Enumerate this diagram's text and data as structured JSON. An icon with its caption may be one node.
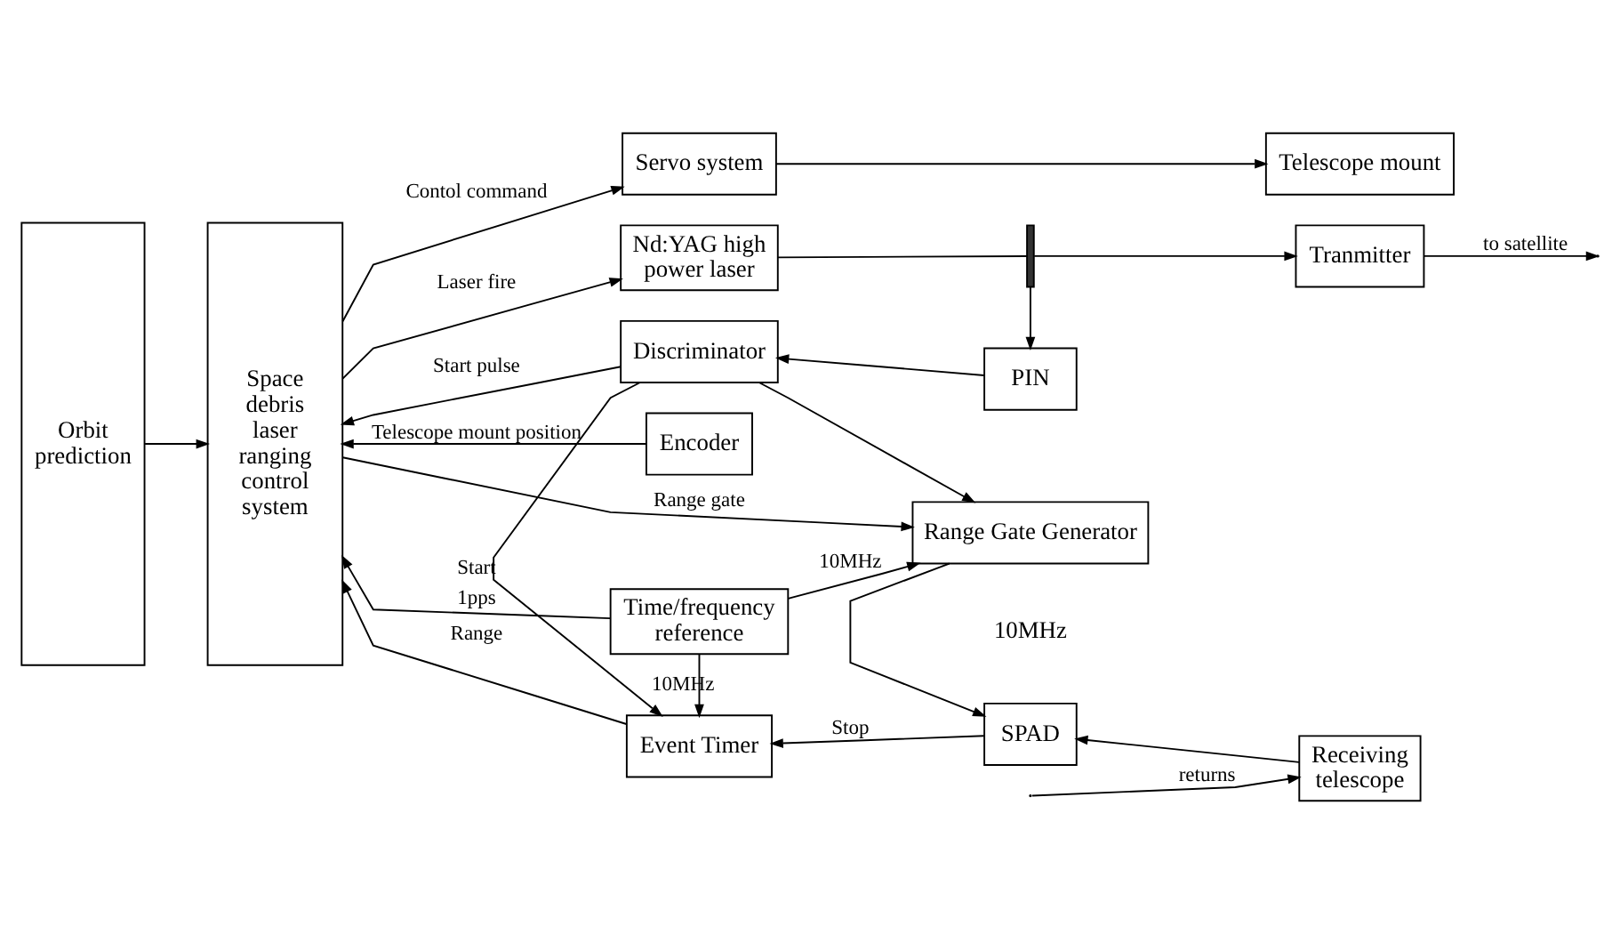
{
  "diagram": {
    "nodes": [
      {
        "text": [
          "Orbit prediction"
        ]
      },
      {
        "text": [
          "Space debris laser ranging control system"
        ]
      },
      {
        "text": [
          "Servo system"
        ]
      },
      {
        "text": [
          "Telescope mount"
        ]
      },
      {
        "text": [
          "Encoder"
        ]
      },
      {
        "text": [
          "Nd:YAG high power laser"
        ]
      },
      {
        "text": [],
        "shape": "bar"
      },
      {
        "text": [
          "Tranmitter"
        ]
      },
      {
        "text": [
          "Discriminator"
        ]
      },
      {
        "text": [
          "PIN"
        ]
      },
      {
        "text": [
          "Event Timer"
        ]
      },
      {
        "text": [
          "SPAD"
        ]
      },
      {
        "text": [
          "Receiving telescope"
        ]
      },
      {
        "text": [
          "Time/frequency reference"
        ]
      },
      {
        "text": [
          "Range Gate Generator"
        ]
      }
    ],
    "edges": [
      {
        "from": 0,
        "to": 1,
        "arrow": "to"
      },
      {
        "from": 1,
        "to": 2,
        "arrow": "to",
        "label": "Contol command"
      },
      {
        "from": 2,
        "to": 3,
        "arrow": "to"
      },
      {
        "from": 4,
        "to": 1,
        "arrow": "to",
        "label": "Telescope mount position"
      },
      {
        "from": 1,
        "to": 5,
        "arrow": "to",
        "label": "Laser fire"
      },
      {
        "from": 5,
        "to": 6,
        "arrow": "none"
      },
      {
        "from": 6,
        "to": 7,
        "arrow": "to"
      },
      {
        "from": 7,
        "to": null,
        "arrow": "to",
        "label": "to satellite"
      },
      {
        "from": 6,
        "to": 9,
        "arrow": "to"
      },
      {
        "from": 9,
        "to": 8,
        "arrow": "to"
      },
      {
        "from": 8,
        "to": 1,
        "arrow": "to",
        "label": "Start pulse"
      },
      {
        "from": 8,
        "to": 10,
        "arrow": "to",
        "label": "Start"
      },
      {
        "from": 8,
        "to": 14,
        "arrow": "to"
      },
      {
        "from": 11,
        "to": 10,
        "arrow": "to",
        "label": "Stop"
      },
      {
        "from": 10,
        "to": 1,
        "arrow": "to",
        "label": "Range"
      },
      {
        "from": 12,
        "to": 11,
        "arrow": "to"
      },
      {
        "from": null,
        "to": 12,
        "arrow": "to",
        "label": "returns"
      },
      {
        "from": 14,
        "to": 11,
        "arrow": "to"
      },
      {
        "from": 13,
        "to": 10,
        "arrow": "to",
        "label": "10MHz"
      },
      {
        "from": 13,
        "to": 1,
        "arrow": "to",
        "label": "1pps"
      },
      {
        "from": 13,
        "to": 14,
        "arrow": "to",
        "label": "10MHz"
      },
      {
        "from": 1,
        "to": 14,
        "arrow": "to",
        "label": "Range gate"
      }
    ],
    "labels": [
      "10MHz"
    ]
  }
}
